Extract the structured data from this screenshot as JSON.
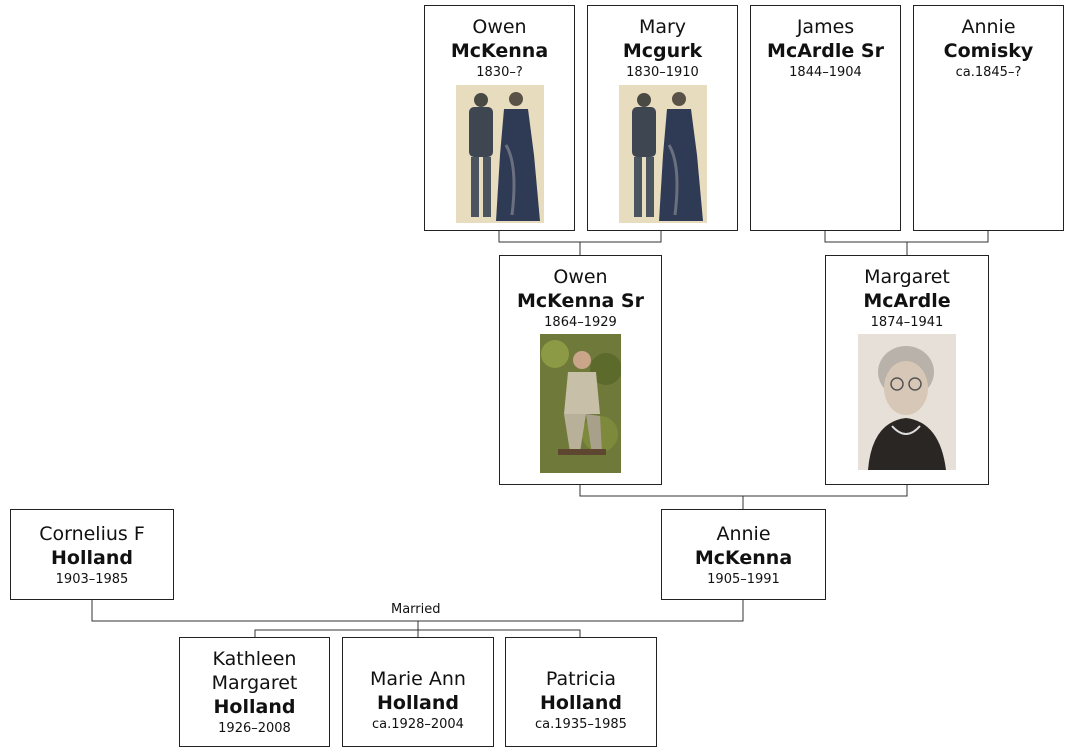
{
  "people": {
    "owen_mckenna": {
      "given": "Owen",
      "surname": "McKenna",
      "dates": "1830–?"
    },
    "mary_mcgurk": {
      "given": "Mary",
      "surname": "Mcgurk",
      "dates": "1830–1910"
    },
    "james_mcardle": {
      "given": "James",
      "surname": "McArdle Sr",
      "dates": "1844–1904"
    },
    "annie_comisky": {
      "given": "Annie",
      "surname": "Comisky",
      "dates": "ca.1845–?"
    },
    "owen_mckenna_sr": {
      "given": "Owen",
      "surname": "McKenna Sr",
      "dates": "1864–1929"
    },
    "margaret_mcardle": {
      "given": "Margaret",
      "surname": "McArdle",
      "dates": "1874–1941"
    },
    "cornelius_holland": {
      "given": "Cornelius F",
      "surname": "Holland",
      "dates": "1903–1985"
    },
    "annie_mckenna": {
      "given": "Annie",
      "surname": "McKenna",
      "dates": "1905–1991"
    },
    "kathleen_holland": {
      "given_line1": "Kathleen",
      "given_line2": "Margaret",
      "surname": "Holland",
      "dates": "1926–2008"
    },
    "marie_holland": {
      "given": "Marie Ann",
      "surname": "Holland",
      "dates": "ca.1928–2004"
    },
    "patricia_holland": {
      "given": "Patricia",
      "surname": "Holland",
      "dates": "ca.1935–1985"
    }
  },
  "relations": {
    "married_label": "Married"
  }
}
